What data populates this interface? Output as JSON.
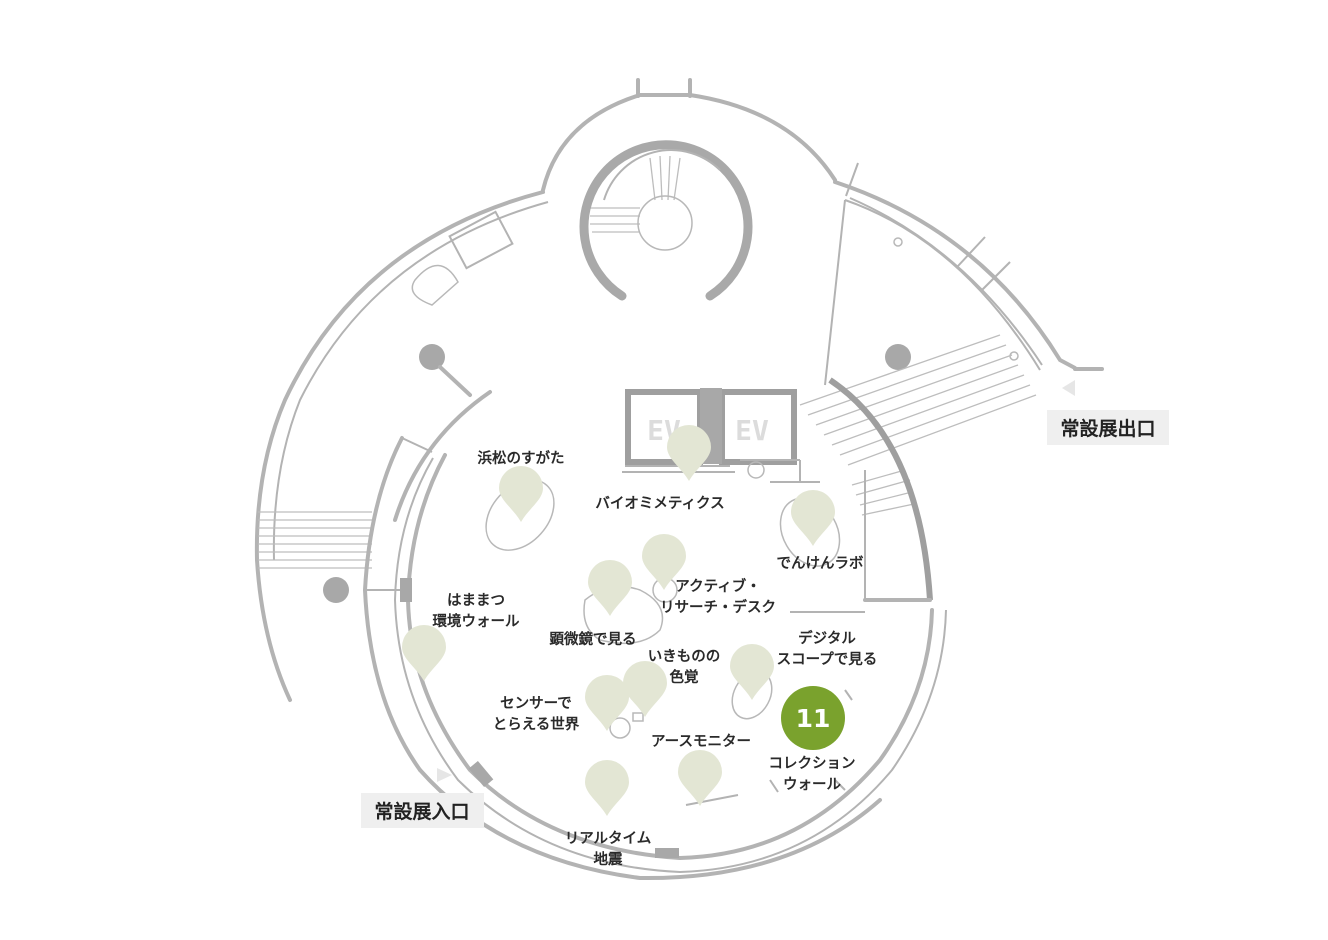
{
  "map": {
    "elevators": [
      "EV",
      "EV"
    ],
    "exit_label": "常設展出口",
    "entrance_label": "常設展入口",
    "highlight": {
      "number": "11",
      "color": "#7aa22d"
    },
    "exhibits": [
      {
        "id": "hamamatsu-sugata",
        "lines": [
          "浜松のすがた"
        ]
      },
      {
        "id": "biomimetics",
        "lines": [
          "バイオミメティクス"
        ]
      },
      {
        "id": "denken-lab",
        "lines": [
          "でんけんラボ"
        ]
      },
      {
        "id": "active-research-desk",
        "lines": [
          "アクティブ・",
          "リサーチ・デスク"
        ]
      },
      {
        "id": "hamamatsu-wall",
        "lines": [
          "はままつ",
          "環境ウォール"
        ]
      },
      {
        "id": "microscope",
        "lines": [
          "顕微鏡で見る"
        ]
      },
      {
        "id": "digital-scope",
        "lines": [
          "デジタル",
          "スコープで見る"
        ]
      },
      {
        "id": "color-vision",
        "lines": [
          "いきものの",
          "色覚"
        ]
      },
      {
        "id": "sensor-world",
        "lines": [
          "センサーで",
          "とらえる世界"
        ]
      },
      {
        "id": "earth-monitor",
        "lines": [
          "アースモニター"
        ]
      },
      {
        "id": "collection-wall",
        "lines": [
          "コレクション",
          "ウォール"
        ]
      },
      {
        "id": "realtime-quake",
        "lines": [
          "リアルタイム",
          "地震"
        ]
      }
    ],
    "colors": {
      "wall": "#b3b3b3",
      "pin": "#e3e6d4",
      "label_box": "#efefef"
    }
  }
}
